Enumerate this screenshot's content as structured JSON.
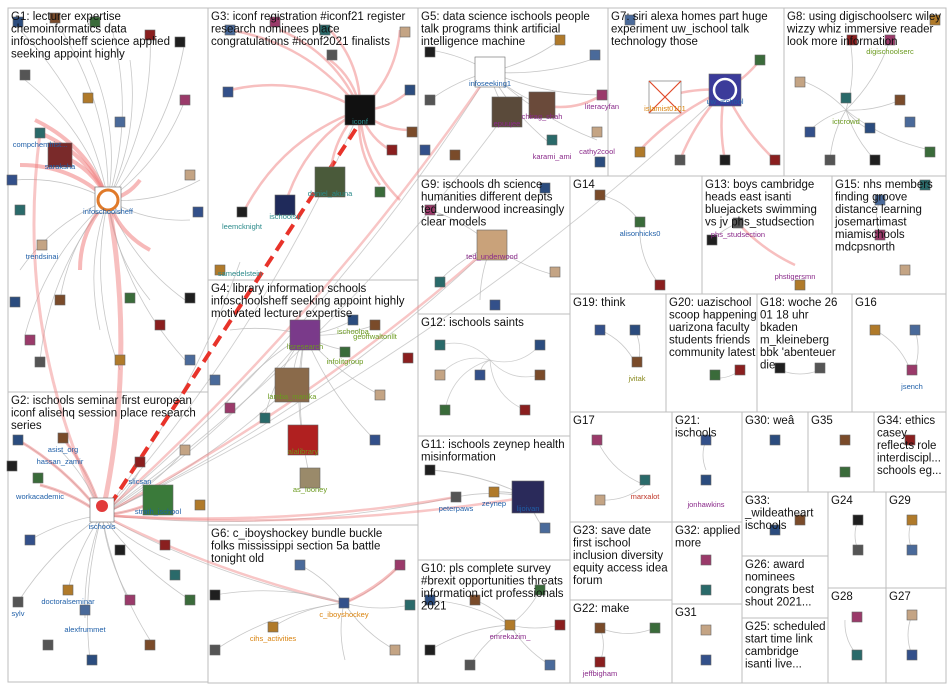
{
  "colors": {
    "edge_gray": "#b9b9b9",
    "edge_red": "#f08080",
    "edge_dash": "#e8332a",
    "label_blue": "#1f5fa8",
    "label_green": "#6b9a1f",
    "label_orange": "#d9820c",
    "label_purple": "#8a2a8a",
    "label_red": "#c0392b",
    "label_teal": "#2a8a8a",
    "label_olive": "#8a8a1f"
  },
  "groups": [
    {
      "id": "G1",
      "lines": [
        "G1: lecturer expertise",
        "chemoinformatics data",
        "infoschoolsheff science applied",
        "seeking appoint highly"
      ]
    },
    {
      "id": "G2",
      "lines": [
        "G2: ischools seminar first european",
        "iconf alisehq session place research",
        "series"
      ]
    },
    {
      "id": "G3",
      "lines": [
        "G3: iconf registration #iconf21 register",
        "research nominees place",
        "congratulations #iconf2021 finalists"
      ]
    },
    {
      "id": "G4",
      "lines": [
        "G4: library information schools",
        "infoschoolsheff seeking appoint highly",
        "motivated lecturer expertise"
      ]
    },
    {
      "id": "G5",
      "lines": [
        "G5: data science ischools people",
        "talk programs think artificial",
        "intelligence machine"
      ]
    },
    {
      "id": "G6",
      "lines": [
        "G6: c_iboyshockey bundle buckle",
        "folks mississippi section 5a battle",
        "tonight old"
      ]
    },
    {
      "id": "G7",
      "lines": [
        "G7: siri alexa homes part huge",
        "experiment uw_ischool talk",
        "technology those"
      ]
    },
    {
      "id": "G8",
      "lines": [
        "G8: using digischoolserc wiley",
        "wizzy whiz immersive reader",
        "look more information"
      ]
    },
    {
      "id": "G9",
      "lines": [
        "G9: ischools dh science",
        "humanities different depts",
        "ted_underwood increasingly",
        "clear models"
      ]
    },
    {
      "id": "G10",
      "lines": [
        "G10: pls complete survey",
        "#brexit opportunities threats",
        "information ict professionals",
        "2021"
      ]
    },
    {
      "id": "G11",
      "lines": [
        "G11: ischools zeynep health",
        "misinformation"
      ]
    },
    {
      "id": "G12",
      "lines": [
        "G12: ischools saints"
      ]
    },
    {
      "id": "G13",
      "lines": [
        "G13: boys cambridge",
        "heads east isanti",
        "bluejackets swimming",
        "vs jv phs_studsection"
      ]
    },
    {
      "id": "G14",
      "lines": [
        "G14"
      ]
    },
    {
      "id": "G15",
      "lines": [
        "G15: nhs members",
        "finding groove",
        "distance learning",
        "josemartimast",
        "miamischools",
        "mdcpsnorth"
      ]
    },
    {
      "id": "G16",
      "lines": [
        "G16"
      ]
    },
    {
      "id": "G17",
      "lines": [
        "G17"
      ]
    },
    {
      "id": "G18",
      "lines": [
        "G18: woche 26",
        "01 18 uhr",
        "bkaden",
        "m_kleineberg",
        "bbk 'abenteuer",
        "die"
      ]
    },
    {
      "id": "G19",
      "lines": [
        "G19: think"
      ]
    },
    {
      "id": "G20",
      "lines": [
        "G20: uazischool",
        "scoop happening",
        "uarizona faculty",
        "students friends",
        "community latest"
      ]
    },
    {
      "id": "G21",
      "lines": [
        "G21:",
        "ischools"
      ]
    },
    {
      "id": "G22",
      "lines": [
        "G22: make"
      ]
    },
    {
      "id": "G23",
      "lines": [
        "G23: save date",
        "first ischool",
        "inclusion diversity",
        "equity access idea",
        "forum"
      ]
    },
    {
      "id": "G24",
      "lines": [
        "G24"
      ]
    },
    {
      "id": "G25",
      "lines": [
        "G25: scheduled",
        "start time link",
        "cambridge",
        "isanti live..."
      ]
    },
    {
      "id": "G26",
      "lines": [
        "G26: award",
        "nominees",
        "congrats best",
        "shout 2021..."
      ]
    },
    {
      "id": "G27",
      "lines": [
        "G27"
      ]
    },
    {
      "id": "G28",
      "lines": [
        "G28"
      ]
    },
    {
      "id": "G29",
      "lines": [
        "G29"
      ]
    },
    {
      "id": "G30",
      "lines": [
        "G30: weâ"
      ]
    },
    {
      "id": "G31",
      "lines": [
        "G31"
      ]
    },
    {
      "id": "G32",
      "lines": [
        "G32: applied",
        "more"
      ]
    },
    {
      "id": "G33",
      "lines": [
        "G33:",
        "_wildeatheart",
        "ischools"
      ]
    },
    {
      "id": "G34",
      "lines": [
        "G34: ethics",
        "casey",
        "reflects role",
        "interdiscipl...",
        "schools eg..."
      ]
    },
    {
      "id": "G35",
      "lines": [
        "G35"
      ]
    }
  ],
  "node_labels": [
    {
      "text": "compchemhist...",
      "color": "label_blue"
    },
    {
      "text": "saraksha",
      "color": "label_blue"
    },
    {
      "text": "infoschoolsheff",
      "color": "label_blue"
    },
    {
      "text": "trendsinai",
      "color": "label_blue"
    },
    {
      "text": "asist_org",
      "color": "label_blue"
    },
    {
      "text": "hassan_zamir",
      "color": "label_blue"
    },
    {
      "text": "workacademic",
      "color": "label_blue"
    },
    {
      "text": "slicsan",
      "color": "label_blue"
    },
    {
      "text": "ischools",
      "color": "label_blue"
    },
    {
      "text": "strath_ischool",
      "color": "label_blue"
    },
    {
      "text": "sylv",
      "color": "label_blue"
    },
    {
      "text": "doctoralseminar",
      "color": "label_blue"
    },
    {
      "text": "alexfrummet",
      "color": "label_blue"
    },
    {
      "text": "iconf",
      "color": "label_teal"
    },
    {
      "text": "daniel_akuna",
      "color": "label_teal"
    },
    {
      "text": "leemcknight",
      "color": "label_teal"
    },
    {
      "text": "ischoolsu",
      "color": "label_teal"
    },
    {
      "text": "samedelstein",
      "color": "label_teal"
    },
    {
      "text": "ischoolpa",
      "color": "label_green"
    },
    {
      "text": "geoffwaltonllt",
      "color": "label_green"
    },
    {
      "text": "lisresearch",
      "color": "label_green"
    },
    {
      "text": "infolitgroup",
      "color": "label_green"
    },
    {
      "text": "lamba_manika",
      "color": "label_green"
    },
    {
      "text": "alalibrary",
      "color": "label_green"
    },
    {
      "text": "as_looney",
      "color": "label_green"
    },
    {
      "text": "infoseeking1",
      "color": "label_blue"
    },
    {
      "text": "chirag_shah",
      "color": "label_purple"
    },
    {
      "text": "epuujee",
      "color": "label_purple"
    },
    {
      "text": "literacyfan",
      "color": "label_purple"
    },
    {
      "text": "karami_ami",
      "color": "label_purple"
    },
    {
      "text": "cathy2cool",
      "color": "label_purple"
    },
    {
      "text": "islamist0101",
      "color": "label_orange"
    },
    {
      "text": "uw_ischool",
      "color": "label_blue"
    },
    {
      "text": "digischoolserc",
      "color": "label_green"
    },
    {
      "text": "ictcrowd",
      "color": "label_green"
    },
    {
      "text": "ted_underwood",
      "color": "label_purple"
    },
    {
      "text": "alisonhicks0",
      "color": "label_blue"
    },
    {
      "text": "phs_studsection",
      "color": "label_purple"
    },
    {
      "text": "phstigersmn",
      "color": "label_purple"
    },
    {
      "text": "jvitak",
      "color": "label_olive"
    },
    {
      "text": "jsench",
      "color": "label_blue"
    },
    {
      "text": "peterpaws",
      "color": "label_blue"
    },
    {
      "text": "zeynep",
      "color": "label_blue"
    },
    {
      "text": "lijoivan",
      "color": "label_blue"
    },
    {
      "text": "marxalot",
      "color": "label_red"
    },
    {
      "text": "jonhawkins",
      "color": "label_purple"
    },
    {
      "text": "cihs_activities",
      "color": "label_orange"
    },
    {
      "text": "c_iboyshockey",
      "color": "label_orange"
    },
    {
      "text": "emrekazim_",
      "color": "label_purple"
    },
    {
      "text": "jeffbigham",
      "color": "label_purple"
    }
  ]
}
